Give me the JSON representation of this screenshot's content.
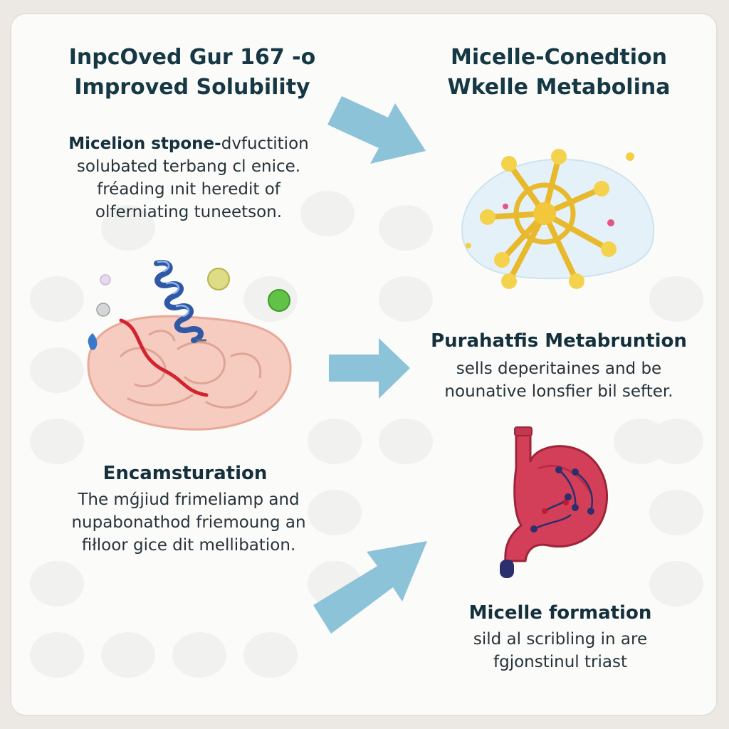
{
  "top_left": {
    "title_lines": [
      "InpcOved Gur 167 -o",
      "Improved Solubility"
    ],
    "heading": "Micelion stpone-",
    "heading_rest": "dvfuctition",
    "body_lines": [
      "solubated terbang cl enice.",
      "fréading ınit heredit of",
      "olferniating tuneetson."
    ]
  },
  "top_right": {
    "title_lines": [
      "Micelle-Conedtion",
      "Wkelle Metabolina"
    ]
  },
  "middle_right": {
    "heading": "Purahatfis Metabruntion",
    "body_lines": [
      "sells deperitaines and be",
      "nounative lonsfier bil sefter."
    ]
  },
  "bottom_left": {
    "heading": "Encamsturation",
    "body_lines": [
      "The mǵjiud frimeliamp and",
      "nupabonathod friemoung an",
      "fiłloor gice dit mellibation."
    ]
  },
  "bottom_right": {
    "heading": "Micelle formation",
    "body_lines": [
      "sild al scribling in are",
      "fgjonstinul triast"
    ]
  },
  "icons": [
    "arrow-icon",
    "micelle-icon",
    "intestine-icon",
    "stomach-icon",
    "molecule-icon"
  ],
  "colors": {
    "arrow": "#8cc3d8",
    "micelle": "#f0c43a",
    "stomach": "#cf3e57",
    "tissue": "#f6cbc0",
    "helix": "#2f59a6",
    "title": "#163845"
  }
}
